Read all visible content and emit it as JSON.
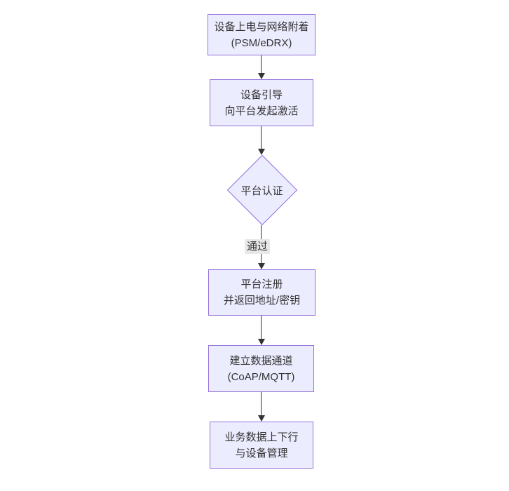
{
  "diagram": {
    "type": "flowchart",
    "direction": "top-down",
    "colors": {
      "background": "#ffffff",
      "node_fill": "#ECECFF",
      "node_border": "#9370DB",
      "text": "#333333",
      "edge": "#333333",
      "edge_label_background": "#e8e8e8"
    },
    "nodes": [
      {
        "id": "power-attach",
        "shape": "rectangle",
        "lines": [
          "设备上电与网络附着",
          "(PSM/eDRX)"
        ]
      },
      {
        "id": "bootstrap",
        "shape": "rectangle",
        "lines": [
          "设备引导",
          "向平台发起激活"
        ]
      },
      {
        "id": "platform-auth",
        "shape": "diamond",
        "lines": [
          "平台认证"
        ]
      },
      {
        "id": "platform-register",
        "shape": "rectangle",
        "lines": [
          "平台注册",
          "并返回地址/密钥"
        ]
      },
      {
        "id": "data-channel",
        "shape": "rectangle",
        "lines": [
          "建立数据通道",
          "(CoAP/MQTT)"
        ]
      },
      {
        "id": "business-data",
        "shape": "rectangle",
        "lines": [
          "业务数据上下行",
          "与设备管理"
        ]
      }
    ],
    "edges": [
      {
        "from": "power-attach",
        "to": "bootstrap",
        "label": ""
      },
      {
        "from": "bootstrap",
        "to": "platform-auth",
        "label": ""
      },
      {
        "from": "platform-auth",
        "to": "platform-register",
        "label": "通过"
      },
      {
        "from": "platform-register",
        "to": "data-channel",
        "label": ""
      },
      {
        "from": "data-channel",
        "to": "business-data",
        "label": ""
      }
    ]
  }
}
